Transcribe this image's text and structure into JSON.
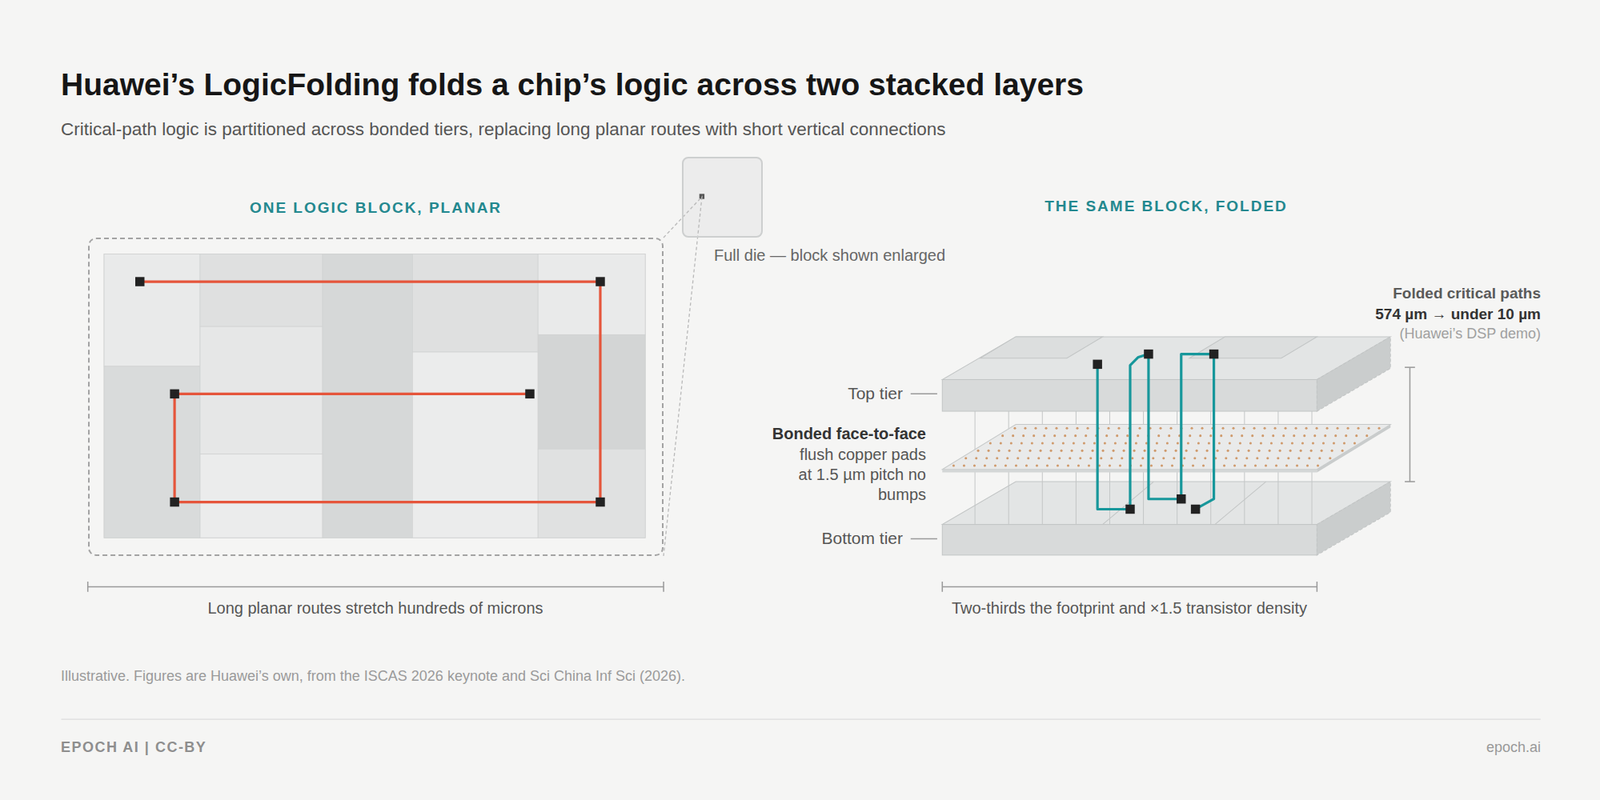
{
  "diagram": {
    "title": "Huawei’s LogicFolding folds a chip’s logic across two stacked layers",
    "caption": "Illustrative. Figures are Huawei’s own, from the ISCAS 2026 keynote and Sci China Inf Sci (2026).",
    "nodes": [
      {
        "text": [
          "ONE LOGIC BLOCK, PLANAR"
        ]
      },
      {
        "text": [
          "Full die — block shown enlarged"
        ]
      },
      {
        "text": [
          "THE SAME BLOCK, FOLDED"
        ]
      }
    ],
    "edges": [
      {
        "from": 1,
        "to": 0,
        "arrow": "none"
      }
    ],
    "labels": [
      "Critical-path logic is partitioned across bonded tiers, replacing long planar routes with short vertical connections",
      "Long planar routes stretch hundreds of microns",
      "Folded critical paths",
      "574 µm → under 10 µm",
      "(Huawei’s DSP demo)",
      "Top tier",
      "Bonded face-to-face",
      "flush copper pads at 1.5 µm pitch no bumps",
      "Bottom tier",
      "Two-thirds the footprint and ×1.5 transistor density",
      "EPOCH AI | CC-BY",
      "epoch.ai"
    ]
  }
}
